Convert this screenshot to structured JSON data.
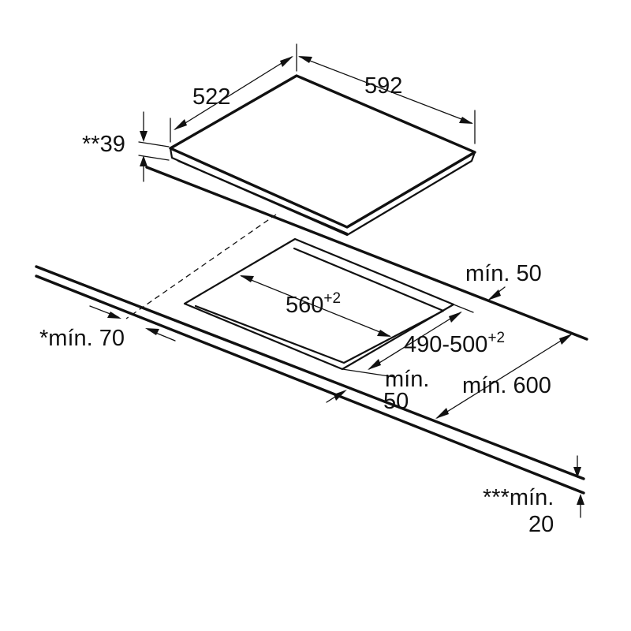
{
  "diagram": {
    "colors": {
      "line": "#111111",
      "background": "#ffffff"
    },
    "labels": {
      "hob_depth": "522",
      "hob_width": "592",
      "hob_height": "**39",
      "cutout_width": "560",
      "cutout_width_tol": "+2",
      "cutout_depth": "490-500",
      "cutout_depth_tol": "+2",
      "min_back": "mín. 50",
      "min_front_line1": "mín.",
      "min_front_line2": "50",
      "min_side": "*mín. 70",
      "min_worktop_depth": "mín. 600",
      "min_thickness_line1": "***mín.",
      "min_thickness_line2": "20"
    }
  }
}
